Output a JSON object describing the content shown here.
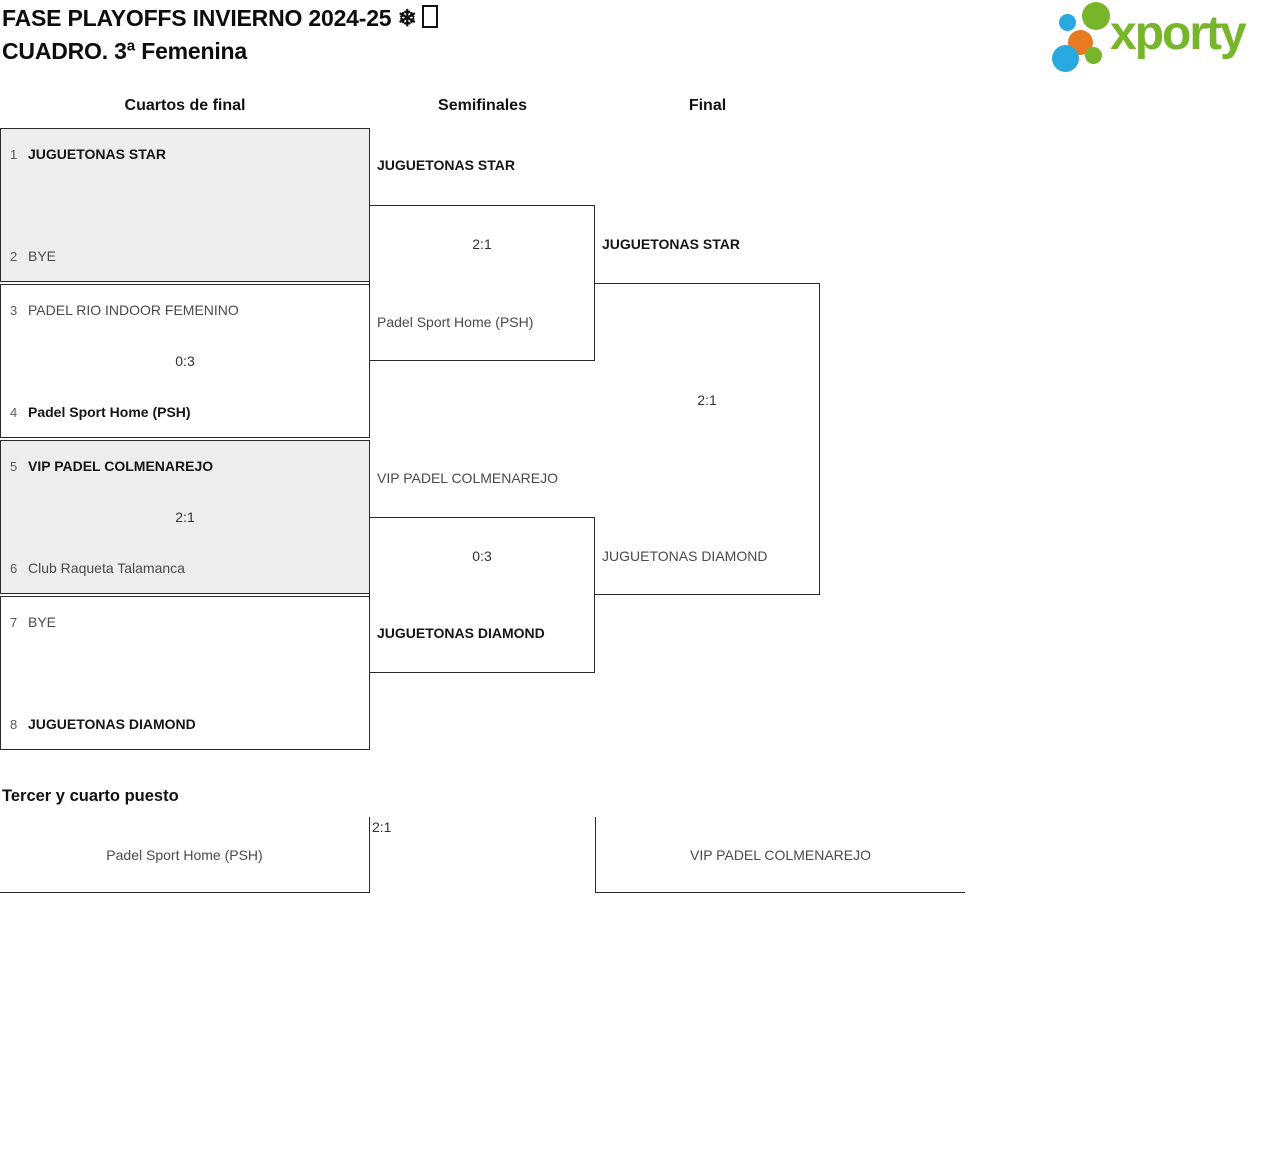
{
  "header": {
    "title_line1": "FASE PLAYOFFS INVIERNO 2024-25 ❄",
    "title_line2": "CUADRO. 3ª Femenina",
    "logo_text": "xporty",
    "logo_colors": {
      "green": "#77b62a",
      "blue": "#2aa9e0",
      "orange": "#e87a22"
    }
  },
  "columns": [
    "Cuartos de final",
    "Semifinales",
    "Final"
  ],
  "bracket": {
    "quarterfinals": [
      {
        "seed1": "1",
        "team1": "JUGUETONAS STAR",
        "seed2": "2",
        "team2": "BYE",
        "score": "",
        "winner": "team1"
      },
      {
        "seed1": "3",
        "team1": "PADEL RIO INDOOR FEMENINO",
        "seed2": "4",
        "team2": "Padel Sport Home (PSH)",
        "score": "0:3",
        "winner": "team2"
      },
      {
        "seed1": "5",
        "team1": "VIP PADEL COLMENAREJO",
        "seed2": "6",
        "team2": "Club Raqueta Talamanca",
        "score": "2:1",
        "winner": "team1"
      },
      {
        "seed1": "7",
        "team1": "BYE",
        "seed2": "8",
        "team2": "JUGUETONAS DIAMOND",
        "score": "",
        "winner": "team2"
      }
    ],
    "semifinals": [
      {
        "team1": "JUGUETONAS STAR",
        "team2": "Padel Sport Home (PSH)",
        "score": "2:1",
        "winner": "team1"
      },
      {
        "team1": "VIP PADEL COLMENAREJO",
        "team2": "JUGUETONAS DIAMOND",
        "score": "0:3",
        "winner": "team2"
      }
    ],
    "final": {
      "team1": "JUGUETONAS STAR",
      "team2": "JUGUETONAS DIAMOND",
      "score": "2:1",
      "winner": "team1"
    }
  },
  "third_place": {
    "heading": "Tercer y cuarto puesto",
    "team1": "Padel Sport Home (PSH)",
    "team2": "VIP PADEL COLMENAREJO",
    "score": "2:1",
    "winner": "team1"
  }
}
